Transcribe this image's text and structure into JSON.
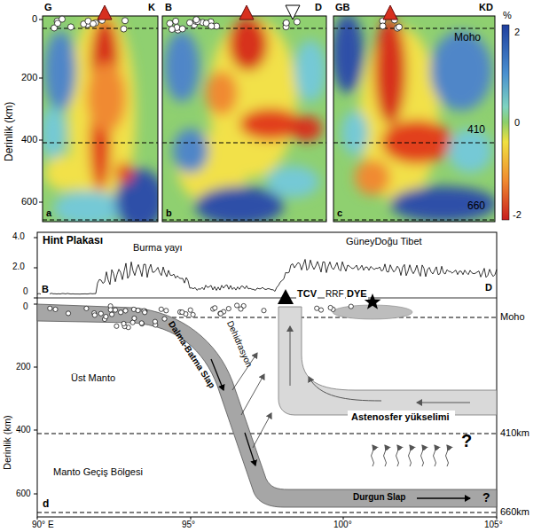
{
  "diagram": {
    "nodes": [
      {
        "text": [
          "Astenosfer yükselimi"
        ]
      }
    ],
    "labels": [
      "G",
      "K",
      "B",
      "D",
      "GB",
      "KD",
      "0",
      "200",
      "400",
      "600",
      "Derinlik (km)",
      "Moho",
      "%",
      "2",
      "410",
      "0",
      "660",
      "-2",
      "a",
      "b",
      "c",
      "4.0",
      "Hint Plakası",
      "Burma yayı",
      "GüneyDoğu Tibet",
      "2.0",
      "B",
      "D",
      "0",
      "TCV",
      "RRF",
      "DYE",
      "0",
      "Moho",
      "Dehidrasyon",
      "Dalma-Batma Slap",
      "200",
      "Üst Manto",
      "400",
      "410km",
      "Manto Geçiş Bölgesi",
      "?",
      "Durgun Slap",
      "600",
      "?",
      "d",
      "660km",
      "Derinlik (km)",
      "90° E",
      "95°",
      "100°",
      "105°"
    ]
  }
}
